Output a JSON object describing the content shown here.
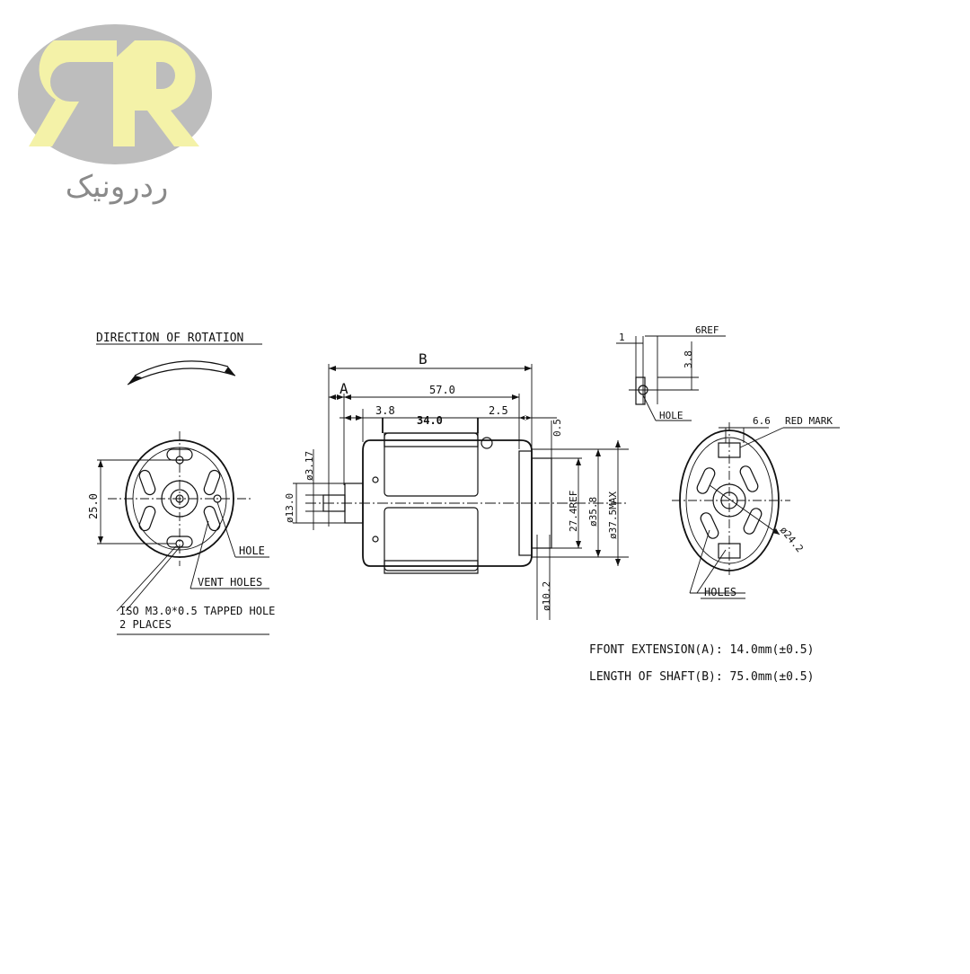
{
  "brand": {
    "logo_text": "ردرونیک",
    "colors": {
      "circle": "#bdbdbd",
      "letters": "#f4f2a8",
      "text": "#8a8a8a"
    }
  },
  "drawing": {
    "rotation_title": "DIRECTION OF ROTATION",
    "left_view": {
      "dim_vertical": "25.0",
      "hole_label": "HOLE",
      "vent_label": "VENT HOLES",
      "tapped_line1": "ISO M3.0*0.5 TAPPED HOLE",
      "tapped_line2": "2 PLACES"
    },
    "side_view": {
      "dim_B": "B",
      "dim_A": "A",
      "dim_57": "57.0",
      "dim_3_8": "3.8",
      "dim_34": "34.0",
      "dim_2_5": "2.5",
      "dim_0_5": "0.5",
      "dim_d3_17": "ø3.17",
      "dim_d13": "ø13.0",
      "dim_27_4": "27.4REF",
      "dim_35_8": "ø35.8",
      "dim_37_5": "ø37.5MAX",
      "dim_d10_2": "ø10.2"
    },
    "detail": {
      "dim_1": "1",
      "dim_6ref": "6REF",
      "dim_3_8": "3.8",
      "hole_label": "HOLE"
    },
    "right_view": {
      "dim_6_6": "6.6",
      "red_mark": "RED MARK",
      "dim_d24_2": "ø24.2",
      "holes_label": "HOLES"
    },
    "notes": {
      "front_extension": "FFONT EXTENSION(A): 14.0mm(±0.5)",
      "shaft_length": "LENGTH OF SHAFT(B): 75.0mm(±0.5)"
    }
  }
}
